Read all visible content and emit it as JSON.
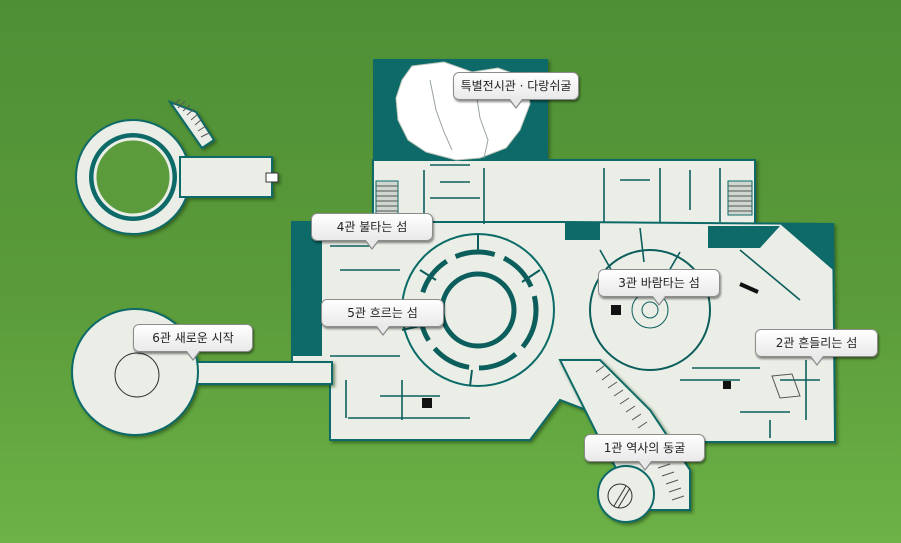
{
  "map": {
    "labels": {
      "special": "특별전시관 · 다랑쉬굴",
      "hall4": "4관 불타는 섬",
      "hall3": "3관 바람타는 섬",
      "hall5": "5관 흐르는 섬",
      "hall6": "6관 새로운 시작",
      "hall2": "2관 흔들리는 섬",
      "hall1": "1관 역사의 동굴"
    },
    "colors": {
      "background": "#5b9b3a",
      "building_border": "#0b6b68",
      "floor": "#eaeee6",
      "walls": "#0c5e5c"
    }
  }
}
